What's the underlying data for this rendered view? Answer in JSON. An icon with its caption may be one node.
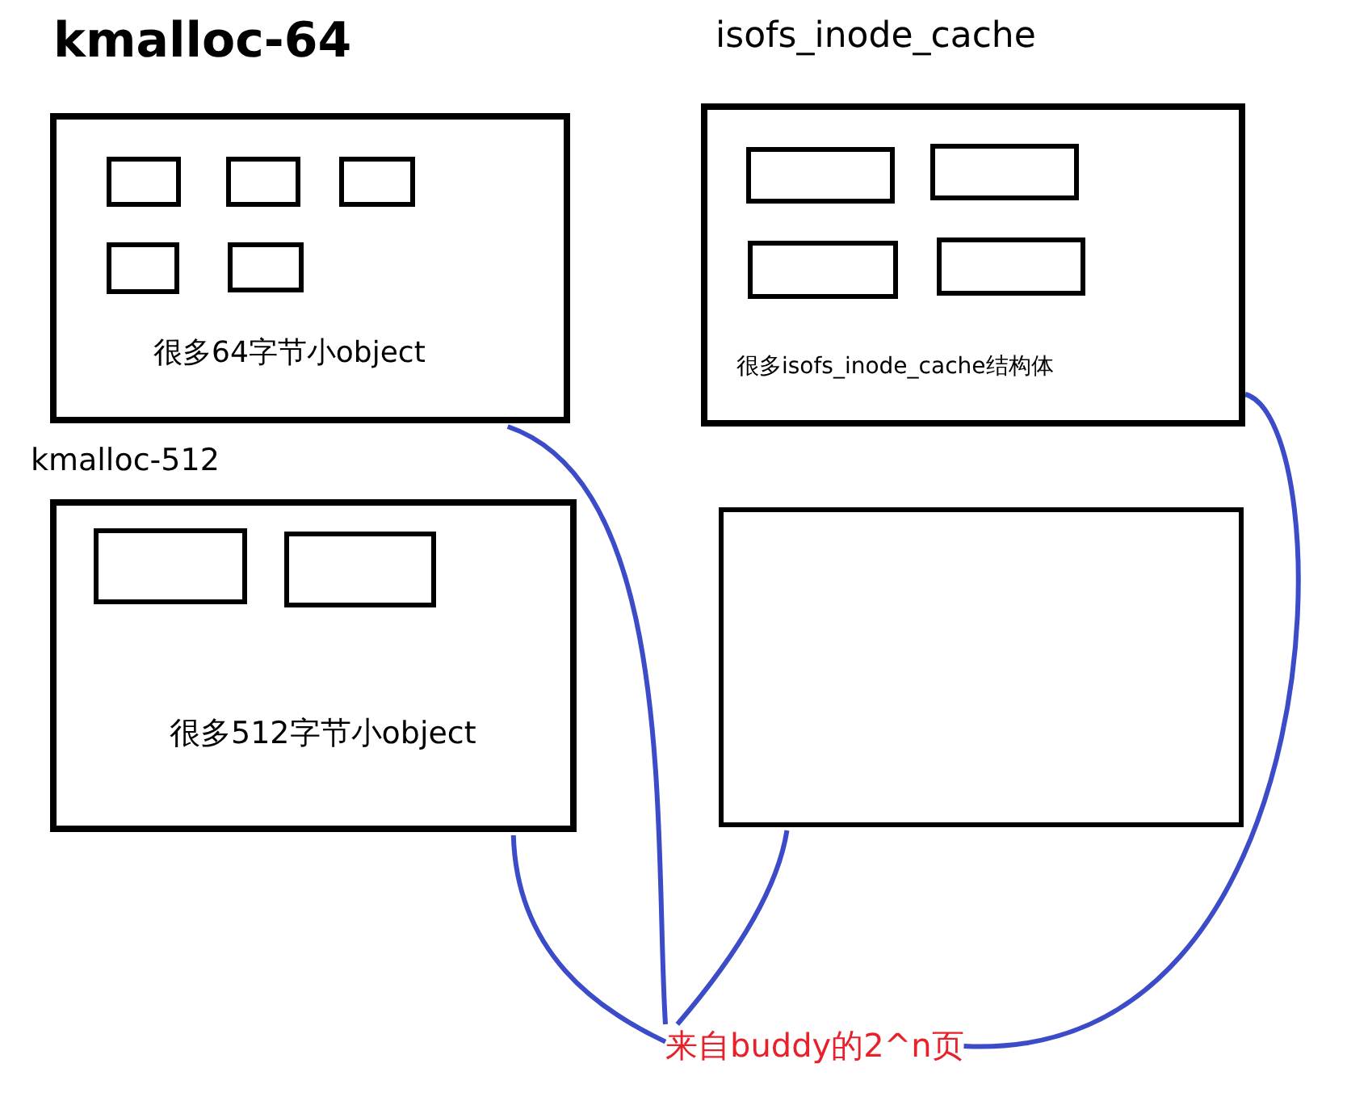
{
  "diagram": {
    "nodes": [
      {
        "text": [
          "kmalloc-64",
          "很多64字节小object"
        ]
      },
      {
        "text": [],
        "shape": "box",
        "in": 0
      },
      {
        "text": [],
        "shape": "box",
        "in": 0
      },
      {
        "text": [],
        "shape": "box",
        "in": 0
      },
      {
        "text": [],
        "shape": "box",
        "in": 0
      },
      {
        "text": [],
        "shape": "box",
        "in": 0
      },
      {
        "text": [
          "isofs_inode_cache",
          "很多isofs_inode_cache结构体"
        ]
      },
      {
        "text": [],
        "shape": "box",
        "in": 6
      },
      {
        "text": [],
        "shape": "box",
        "in": 6
      },
      {
        "text": [],
        "shape": "box",
        "in": 6
      },
      {
        "text": [],
        "shape": "box",
        "in": 6
      },
      {
        "text": [
          "kmalloc-512",
          "很多512字节小object"
        ]
      },
      {
        "text": [],
        "shape": "box",
        "in": 11
      },
      {
        "text": [],
        "shape": "box",
        "in": 11
      },
      {
        "text": [],
        "shape": "box"
      },
      {
        "text": [
          "来自buddy的2^n页"
        ]
      }
    ],
    "edges": [
      {
        "from": 0,
        "to": 15,
        "arrow": "none"
      },
      {
        "from": 11,
        "to": 15,
        "arrow": "none"
      },
      {
        "from": 14,
        "to": 15,
        "arrow": "none"
      },
      {
        "from": 6,
        "to": 15,
        "arrow": "none"
      }
    ]
  }
}
